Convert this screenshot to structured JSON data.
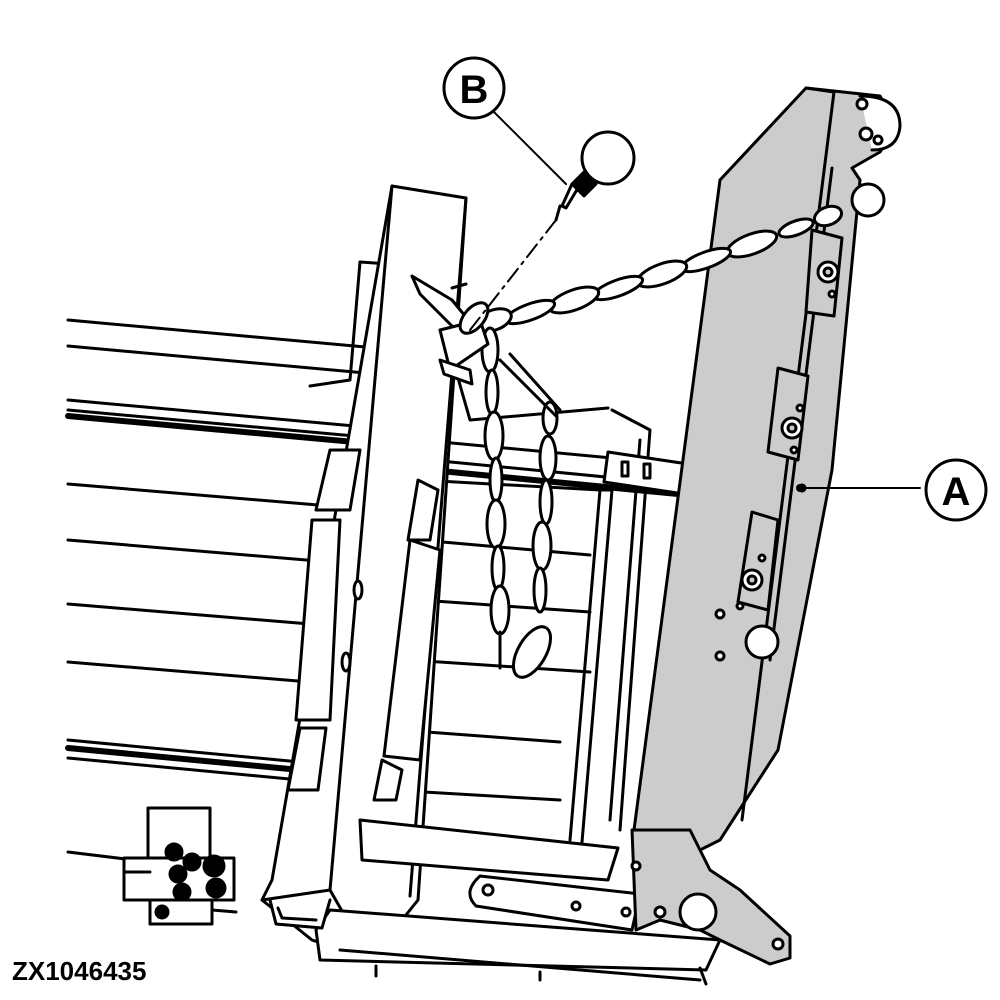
{
  "callouts": {
    "a": "A",
    "b": "B"
  },
  "figure_code": "ZX1046435",
  "colors": {
    "line": "#000000",
    "background": "#ffffff",
    "highlight": "#cccccc"
  }
}
